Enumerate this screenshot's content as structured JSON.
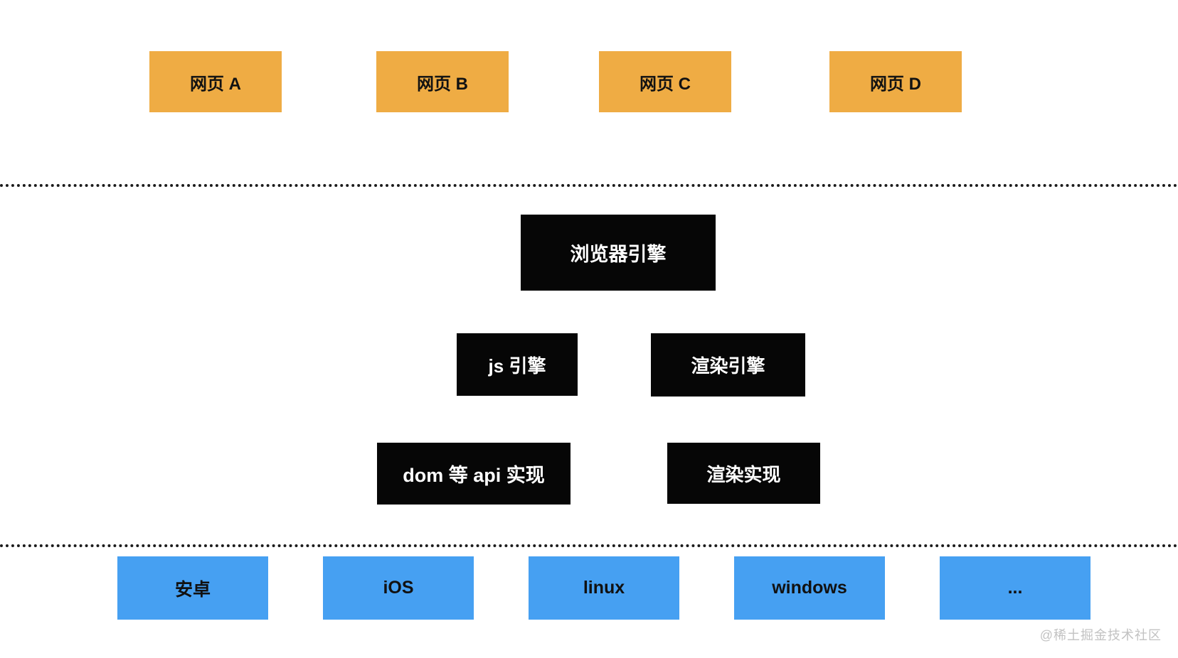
{
  "diagram": {
    "title_implied": "browser architecture layers",
    "webpages": [
      "网页 A",
      "网页 B",
      "网页 C",
      "网页 D"
    ],
    "browser_engine": "浏览器引擎",
    "engines": [
      "js 引擎",
      "渲染引擎"
    ],
    "implementations": [
      "dom 等 api 实现",
      "渲染实现"
    ],
    "platforms": [
      "安卓",
      "iOS",
      "linux",
      "windows",
      "..."
    ],
    "watermark": "@稀土掘金技术社区",
    "colors": {
      "webpage_fill": "#efac44",
      "engine_fill": "#060606",
      "engine_text": "#ffffff",
      "platform_fill": "#46a0f2",
      "box_text": "#111111",
      "divider_dots": "#1c1c1c",
      "watermark_text": "#c2c2c2",
      "background": "#ffffff"
    }
  }
}
